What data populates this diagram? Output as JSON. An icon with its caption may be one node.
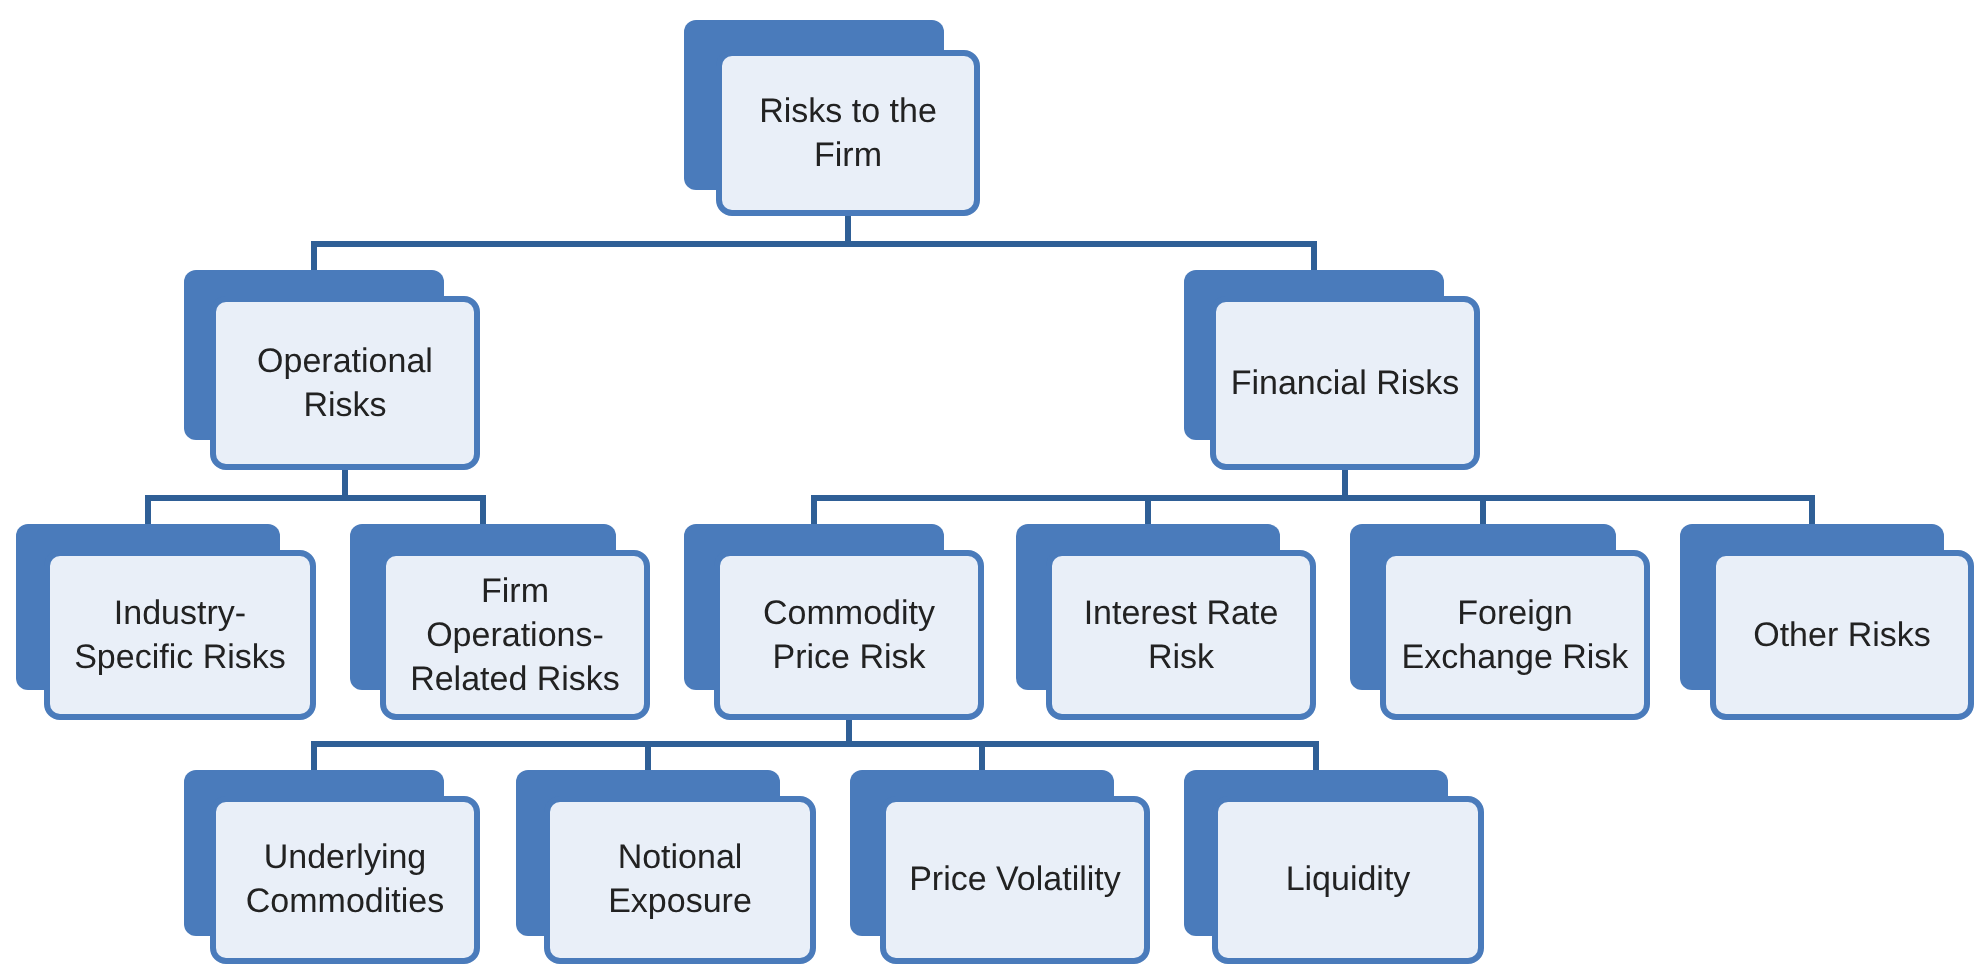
{
  "diagram": {
    "nodes": [
      {
        "text": [
          "Risks to the Firm"
        ]
      },
      {
        "text": [
          "Operational Risks"
        ]
      },
      {
        "text": [
          "Financial Risks"
        ]
      },
      {
        "text": [
          "Industry-Specific Risks"
        ]
      },
      {
        "text": [
          "Firm Operations-Related Risks"
        ]
      },
      {
        "text": [
          "Commodity Price Risk"
        ]
      },
      {
        "text": [
          "Interest Rate Risk"
        ]
      },
      {
        "text": [
          "Foreign Exchange Risk"
        ]
      },
      {
        "text": [
          "Other Risks"
        ]
      },
      {
        "text": [
          "Underlying Commodities"
        ]
      },
      {
        "text": [
          "Notional Exposure"
        ]
      },
      {
        "text": [
          "Price Volatility"
        ]
      },
      {
        "text": [
          "Liquidity"
        ]
      }
    ],
    "edges": [
      {
        "from": 0,
        "to": 1,
        "arrow": "none"
      },
      {
        "from": 0,
        "to": 2,
        "arrow": "none"
      },
      {
        "from": 1,
        "to": 3,
        "arrow": "none"
      },
      {
        "from": 1,
        "to": 4,
        "arrow": "none"
      },
      {
        "from": 2,
        "to": 5,
        "arrow": "none"
      },
      {
        "from": 2,
        "to": 6,
        "arrow": "none"
      },
      {
        "from": 2,
        "to": 7,
        "arrow": "none"
      },
      {
        "from": 2,
        "to": 8,
        "arrow": "none"
      },
      {
        "from": 5,
        "to": 9,
        "arrow": "none"
      },
      {
        "from": 5,
        "to": 10,
        "arrow": "none"
      },
      {
        "from": 5,
        "to": 11,
        "arrow": "none"
      },
      {
        "from": 5,
        "to": 12,
        "arrow": "none"
      }
    ]
  }
}
